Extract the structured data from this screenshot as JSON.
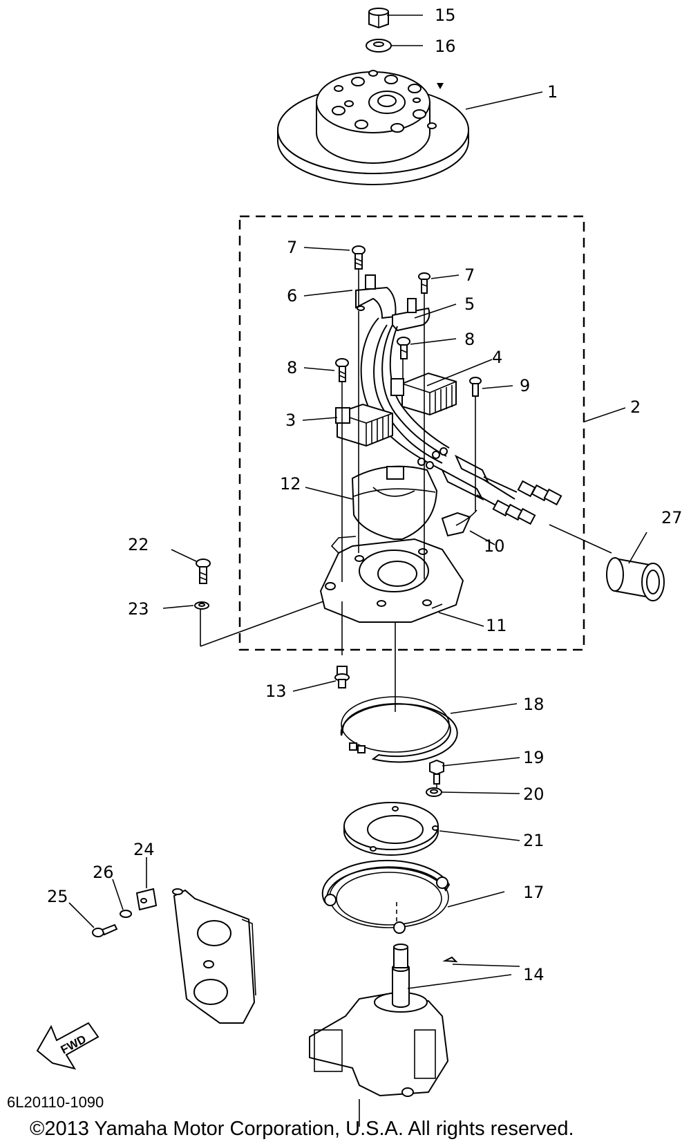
{
  "diagram": {
    "part_code": "6L20110-1090",
    "copyright": "©2013 Yamaha Motor Corporation, U.S.A. All rights reserved.",
    "fwd_label": "FWD",
    "callouts": [
      "1",
      "2",
      "3",
      "4",
      "5",
      "6",
      "7",
      "7",
      "8",
      "8",
      "9",
      "10",
      "11",
      "12",
      "13",
      "14",
      "15",
      "16",
      "17",
      "18",
      "19",
      "20",
      "21",
      "22",
      "23",
      "24",
      "25",
      "26",
      "27"
    ]
  }
}
